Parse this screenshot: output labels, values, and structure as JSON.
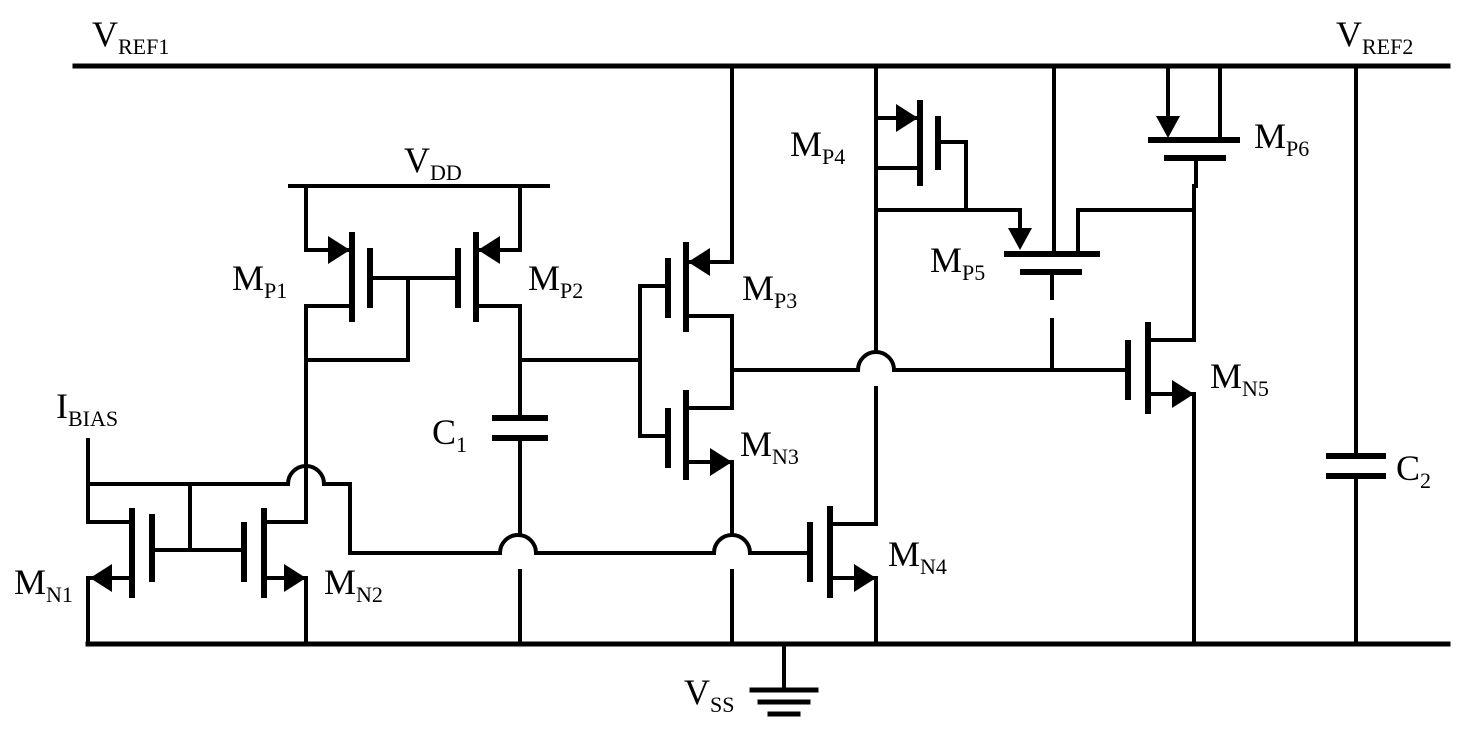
{
  "nets": {
    "vref1": {
      "main": "V",
      "sub": "REF1"
    },
    "vref2": {
      "main": "V",
      "sub": "REF2"
    },
    "vdd": {
      "main": "V",
      "sub": "DD"
    },
    "vss": {
      "main": "V",
      "sub": "SS"
    },
    "ibias": {
      "main": "I",
      "sub": "BIAS"
    }
  },
  "components": {
    "mp1": {
      "main": "M",
      "sub": "P1"
    },
    "mp2": {
      "main": "M",
      "sub": "P2"
    },
    "mp3": {
      "main": "M",
      "sub": "P3"
    },
    "mp4": {
      "main": "M",
      "sub": "P4"
    },
    "mp5": {
      "main": "M",
      "sub": "P5"
    },
    "mp6": {
      "main": "M",
      "sub": "P6"
    },
    "mn1": {
      "main": "M",
      "sub": "N1"
    },
    "mn2": {
      "main": "M",
      "sub": "N2"
    },
    "mn3": {
      "main": "M",
      "sub": "N3"
    },
    "mn4": {
      "main": "M",
      "sub": "N4"
    },
    "mn5": {
      "main": "M",
      "sub": "N5"
    },
    "c1": {
      "main": "C",
      "sub": "1"
    },
    "c2": {
      "main": "C",
      "sub": "2"
    }
  }
}
